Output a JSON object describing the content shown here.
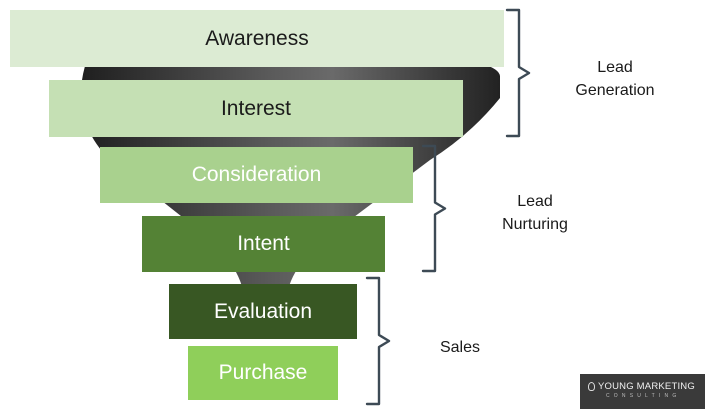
{
  "stages": [
    {
      "label": "Awareness",
      "fill": "#dcebd3",
      "text_color": "#1b1b1b"
    },
    {
      "label": "Interest",
      "fill": "#c5e0b4",
      "text_color": "#1b1b1b"
    },
    {
      "label": "Consideration",
      "fill": "#a9d18e",
      "text_color": "#ffffff"
    },
    {
      "label": "Intent",
      "fill": "#548235",
      "text_color": "#ffffff"
    },
    {
      "label": "Evaluation",
      "fill": "#385723",
      "text_color": "#ffffff"
    },
    {
      "label": "Purchase",
      "fill": "#8fcf5a",
      "text_color": "#ffffff"
    }
  ],
  "groups": [
    {
      "line1": "Lead",
      "line2": "Generation"
    },
    {
      "line1": "Lead",
      "line2": "Nurturing"
    },
    {
      "line1": "Sales",
      "line2": ""
    }
  ],
  "logo": {
    "name": "YOUNG MARKETING",
    "sub": "CONSULTING"
  },
  "colors": {
    "funnel": "#4a4a4a",
    "bracket": "#3d4a55"
  }
}
